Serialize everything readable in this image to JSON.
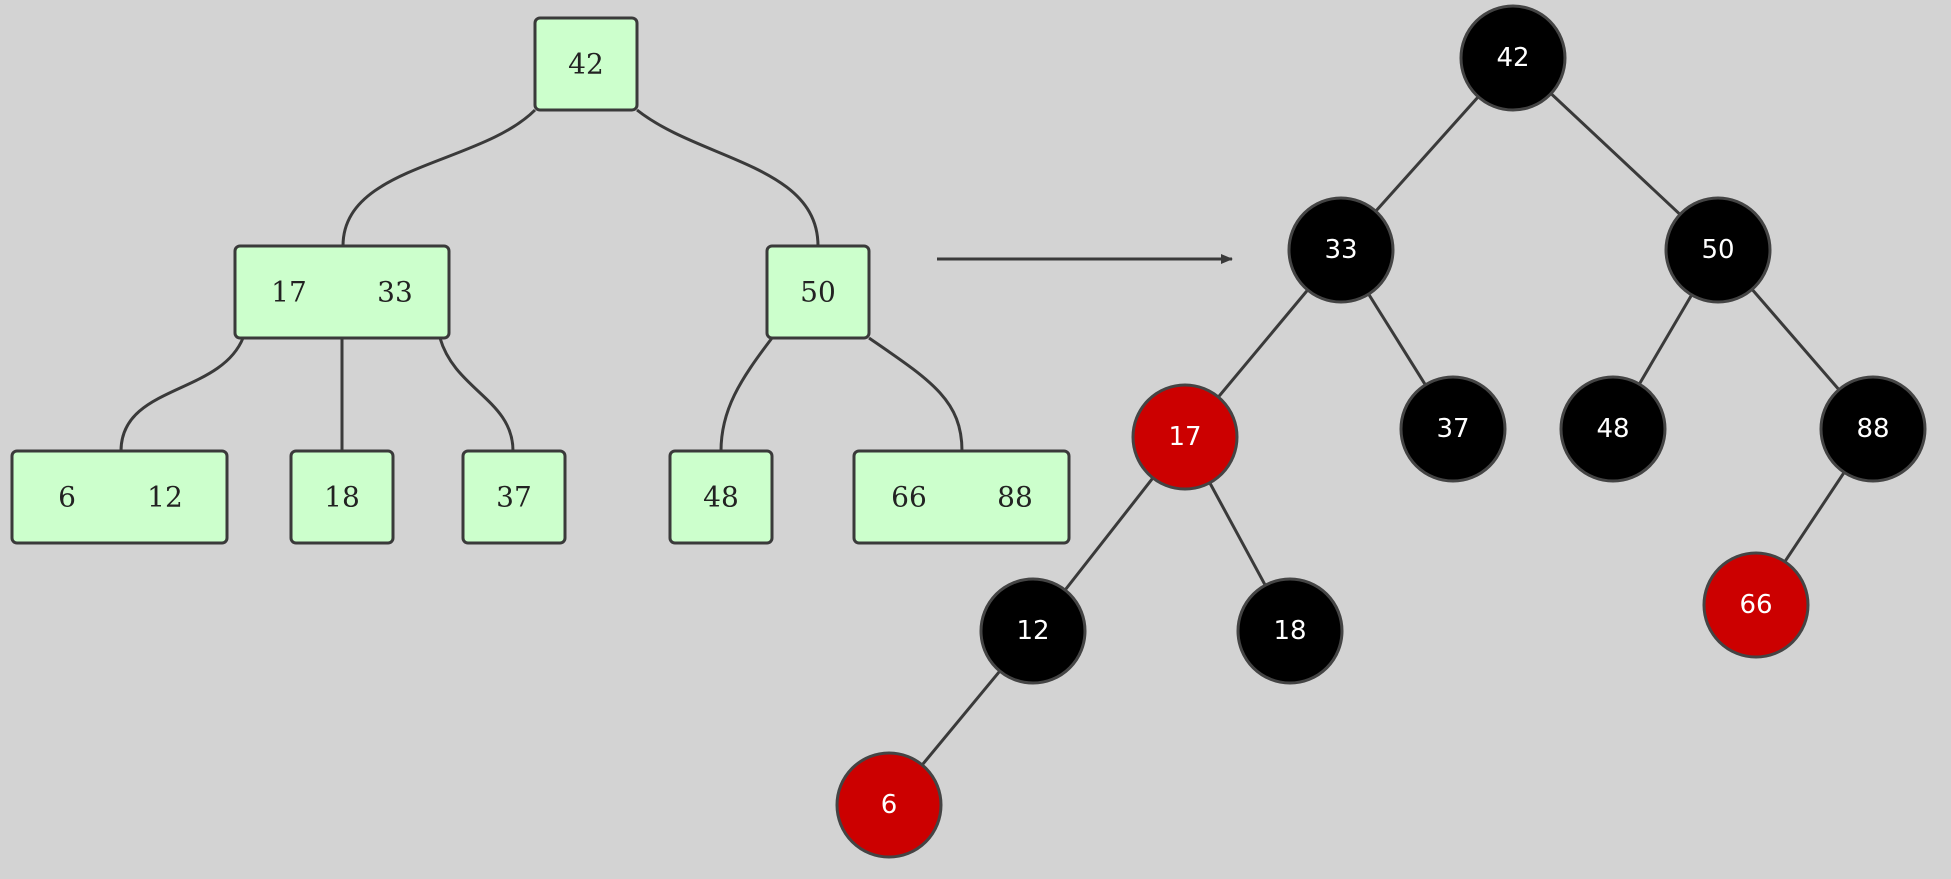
{
  "colors": {
    "background": "#d3d3d3",
    "box_fill": "#ccffcc",
    "stroke": "#3a3a3a",
    "black_node": "#000000",
    "red_node": "#cc0000"
  },
  "btree": {
    "nodes": [
      {
        "id": "b-root",
        "keys": [
          "42"
        ]
      },
      {
        "id": "b-17-33",
        "keys": [
          "17",
          "33"
        ]
      },
      {
        "id": "b-50",
        "keys": [
          "50"
        ]
      },
      {
        "id": "b-6-12",
        "keys": [
          "6",
          "12"
        ]
      },
      {
        "id": "b-18",
        "keys": [
          "18"
        ]
      },
      {
        "id": "b-37",
        "keys": [
          "37"
        ]
      },
      {
        "id": "b-48",
        "keys": [
          "48"
        ]
      },
      {
        "id": "b-66-88",
        "keys": [
          "66",
          "88"
        ]
      }
    ],
    "edges": [
      [
        "b-root",
        "b-17-33"
      ],
      [
        "b-root",
        "b-50"
      ],
      [
        "b-17-33",
        "b-6-12"
      ],
      [
        "b-17-33",
        "b-18"
      ],
      [
        "b-17-33",
        "b-37"
      ],
      [
        "b-50",
        "b-48"
      ],
      [
        "b-50",
        "b-66-88"
      ]
    ]
  },
  "rbtree": {
    "nodes": [
      {
        "id": "r42",
        "key": "42",
        "color": "black"
      },
      {
        "id": "r33",
        "key": "33",
        "color": "black"
      },
      {
        "id": "r50",
        "key": "50",
        "color": "black"
      },
      {
        "id": "r17",
        "key": "17",
        "color": "red"
      },
      {
        "id": "r37",
        "key": "37",
        "color": "black"
      },
      {
        "id": "r48",
        "key": "48",
        "color": "black"
      },
      {
        "id": "r88",
        "key": "88",
        "color": "black"
      },
      {
        "id": "r12",
        "key": "12",
        "color": "black"
      },
      {
        "id": "r18",
        "key": "18",
        "color": "black"
      },
      {
        "id": "r66",
        "key": "66",
        "color": "red"
      },
      {
        "id": "r6",
        "key": "6",
        "color": "red"
      }
    ],
    "edges": [
      [
        "r42",
        "r33"
      ],
      [
        "r42",
        "r50"
      ],
      [
        "r33",
        "r17"
      ],
      [
        "r33",
        "r37"
      ],
      [
        "r50",
        "r48"
      ],
      [
        "r50",
        "r88"
      ],
      [
        "r17",
        "r12"
      ],
      [
        "r17",
        "r18"
      ],
      [
        "r88",
        "r66"
      ],
      [
        "r12",
        "r6"
      ]
    ]
  }
}
